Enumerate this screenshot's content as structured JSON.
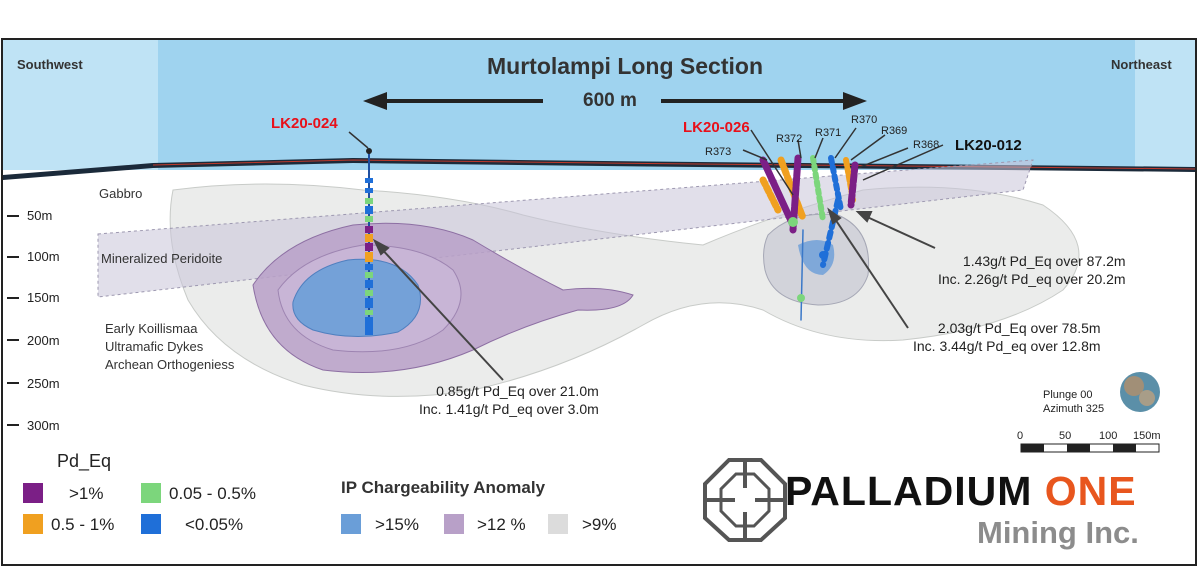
{
  "title": "Murtolampi Long Section",
  "directions": {
    "left": "Southwest",
    "right": "Northeast"
  },
  "distance_label": "600 m",
  "drill_holes": {
    "lk20_024": "LK20-024",
    "lk20_026": "LK20-026",
    "lk20_012": "LK20-012",
    "r373": "R373",
    "r372": "R372",
    "r371": "R371",
    "r370": "R370",
    "r369": "R369",
    "r368": "R368"
  },
  "units": {
    "gabbro": "Gabbro",
    "peridotite": "Mineralized Peridoite",
    "basement_1": "Early Koillismaa",
    "basement_2": "Ultramafic Dykes",
    "basement_3": "Archean Orthogeniess"
  },
  "depth_scale": [
    "50m",
    "100m",
    "150m",
    "200m",
    "250m",
    "300m"
  ],
  "results": [
    {
      "line1": "0.85g/t Pd_Eq over 21.0m",
      "line2": "Inc. 1.41g/t Pd_eq over 3.0m"
    },
    {
      "line1": "2.03g/t Pd_Eq over 78.5m",
      "line2": "Inc. 3.44g/t Pd_eq over 12.8m"
    },
    {
      "line1": "1.43g/t Pd_Eq over 87.2m",
      "line2": "Inc. 2.26g/t Pd_eq over 20.2m"
    }
  ],
  "legend_pd": {
    "title": "Pd_Eq",
    "items": [
      {
        "label": ">1%",
        "color": "#7b1f86"
      },
      {
        "label": "0.05 - 0.5%",
        "color": "#7cd67c"
      },
      {
        "label": "0.5 - 1%",
        "color": "#f0a020"
      },
      {
        "label": "<0.05%",
        "color": "#1f6fd8"
      }
    ]
  },
  "legend_ip": {
    "title": "IP Chargeability Anomaly",
    "items": [
      {
        "label": ">15%",
        "color": "#6a9ed8"
      },
      {
        "label": ">12 %",
        "color": "#b8a0c8"
      },
      {
        "label": ">9%",
        "color": "#dcdcdc"
      }
    ]
  },
  "view": {
    "plunge": "Plunge 00",
    "azimuth": "Azimuth 325"
  },
  "scale_bar": [
    "0",
    "50",
    "100",
    "150m"
  ],
  "logo": {
    "word1": "PALLADIUM",
    "word2": "ONE",
    "word3": "Mining Inc.",
    "color1": "#111111",
    "color2": "#e8561e",
    "color3": "#8c8c8c"
  }
}
